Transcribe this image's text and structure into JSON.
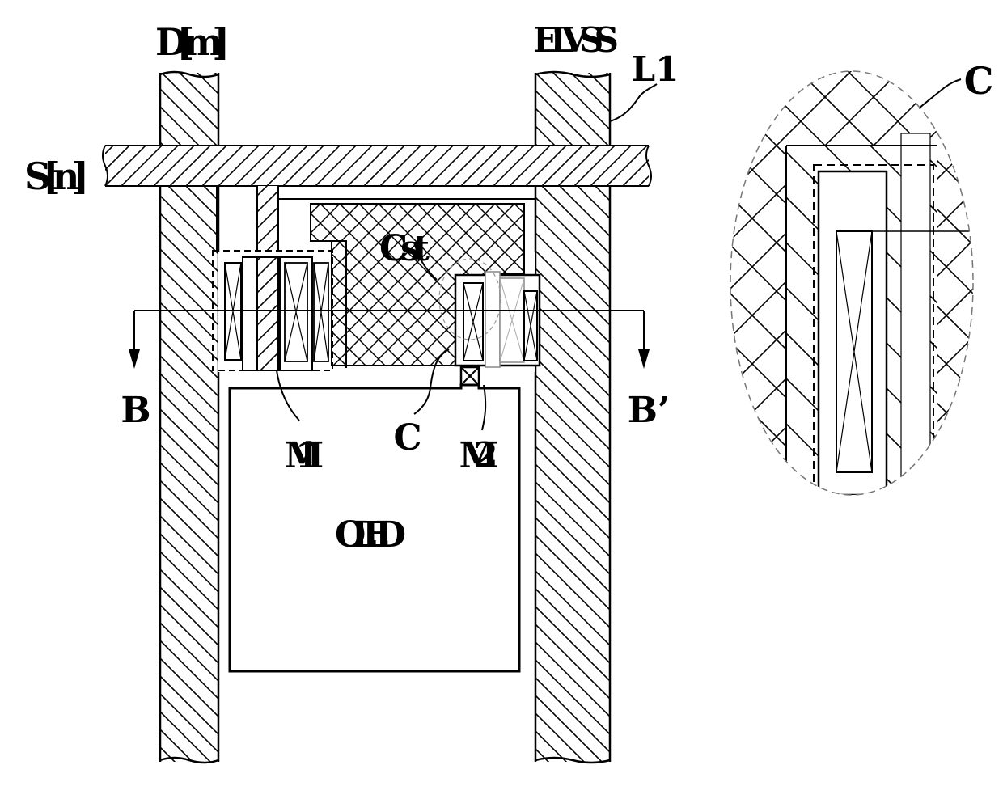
{
  "labels": {
    "data_line": "D[m]",
    "power_line": "ELVSS",
    "layer": "L1",
    "scan_line": "S[n]",
    "capacitor": "Cst",
    "section_start": "B",
    "section_end": "B’",
    "transistor_1": "M1",
    "contact": "C",
    "transistor_2": "M2",
    "emitter": "OLED",
    "detail_callout": "C"
  },
  "colors": {
    "ink": "#000000",
    "background": "#ffffff"
  }
}
